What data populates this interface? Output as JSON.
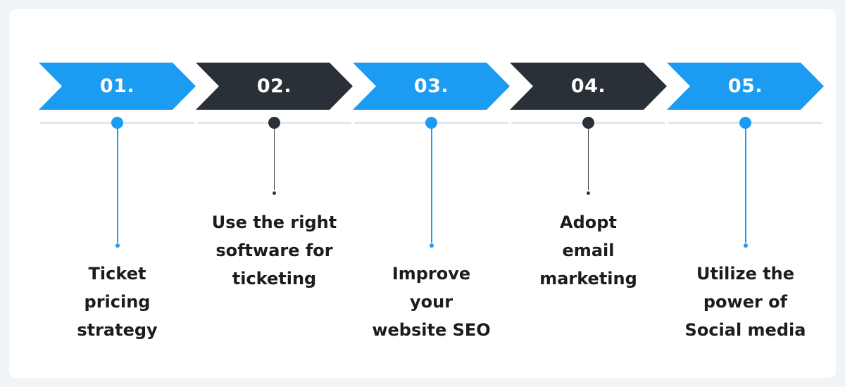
{
  "colors": {
    "page_bg": "#f1f4f7",
    "card_bg": "#ffffff",
    "blue": "#1b9bf2",
    "dark": "#2a3037",
    "stem_dark": "#33383e",
    "line": "#e3e8ee",
    "text": "#1b1c1e",
    "number_text": "#ffffff"
  },
  "steps": [
    {
      "number": "01.",
      "theme": "blue",
      "label": "Ticket pricing strategy",
      "lines": [
        "Ticket",
        "pricing",
        "strategy"
      ]
    },
    {
      "number": "02.",
      "theme": "dark",
      "label": "Use the right software for ticketing",
      "lines": [
        "Use the right",
        "software for",
        "ticketing"
      ]
    },
    {
      "number": "03.",
      "theme": "blue",
      "label": "Improve your website SEO",
      "lines": [
        "Improve",
        "your",
        "website SEO"
      ]
    },
    {
      "number": "04.",
      "theme": "dark",
      "label": "Adopt email marketing",
      "lines": [
        "Adopt",
        "email",
        "marketing"
      ]
    },
    {
      "number": "05.",
      "theme": "blue",
      "label": "Utilize the power of Social media",
      "lines": [
        "Utilize the",
        "power of",
        "Social media"
      ]
    }
  ]
}
